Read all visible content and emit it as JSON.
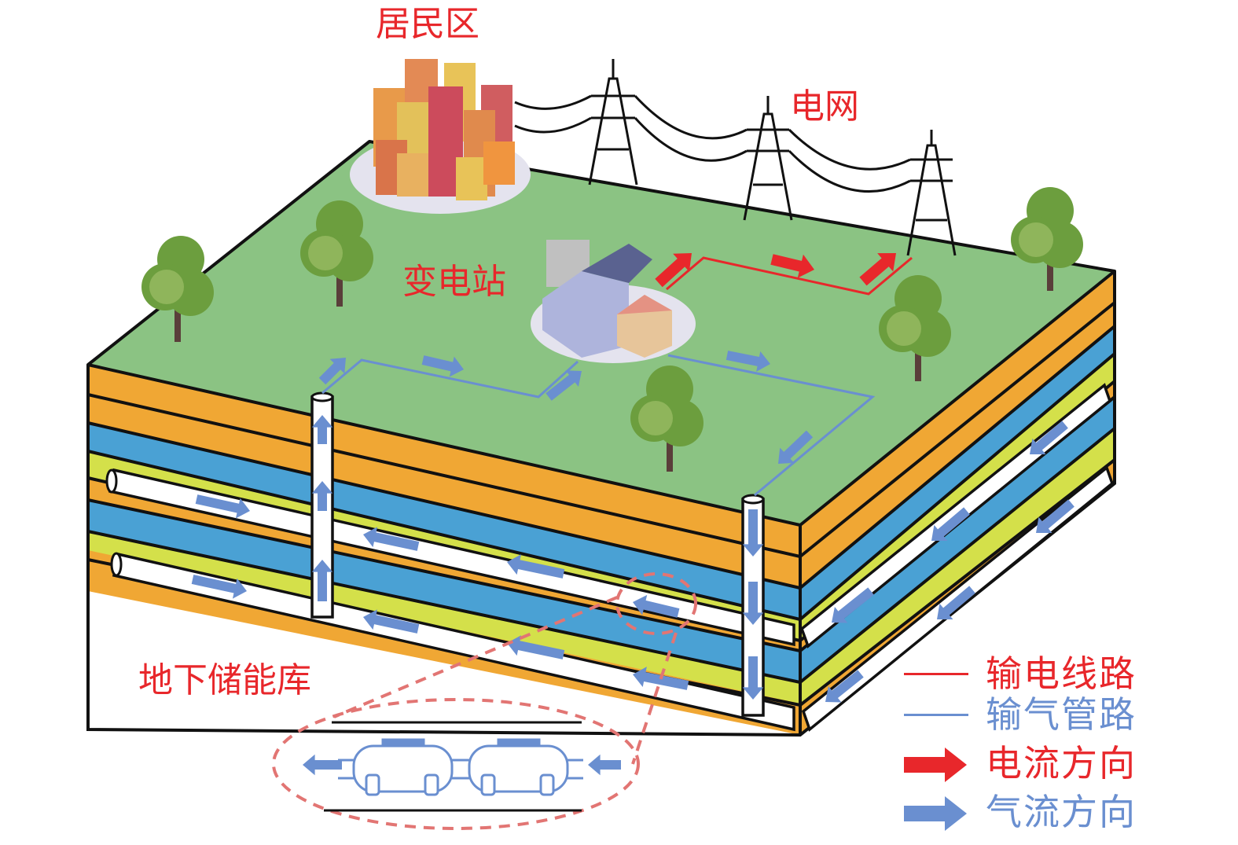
{
  "labels": {
    "residential": "居民区",
    "grid": "电网",
    "substation": "变电站",
    "storage": "地下储能库"
  },
  "legend": [
    {
      "symbol": "line",
      "label": "输电线路",
      "color": "#e8272b"
    },
    {
      "symbol": "line",
      "label": "输气管路",
      "color": "#6a8fd0"
    },
    {
      "symbol": "arrow",
      "label": "电流方向",
      "color": "#e8272b"
    },
    {
      "symbol": "arrow",
      "label": "气流方向",
      "color": "#6a8fd0"
    }
  ],
  "colors": {
    "ground": "#8bc383",
    "orange_layer": "#f0a734",
    "blue_layer": "#4aa1d4",
    "yellow_layer": "#d4e04a",
    "electric": "#e8272b",
    "gas": "#6a8fd0",
    "callout": "#e27573"
  }
}
